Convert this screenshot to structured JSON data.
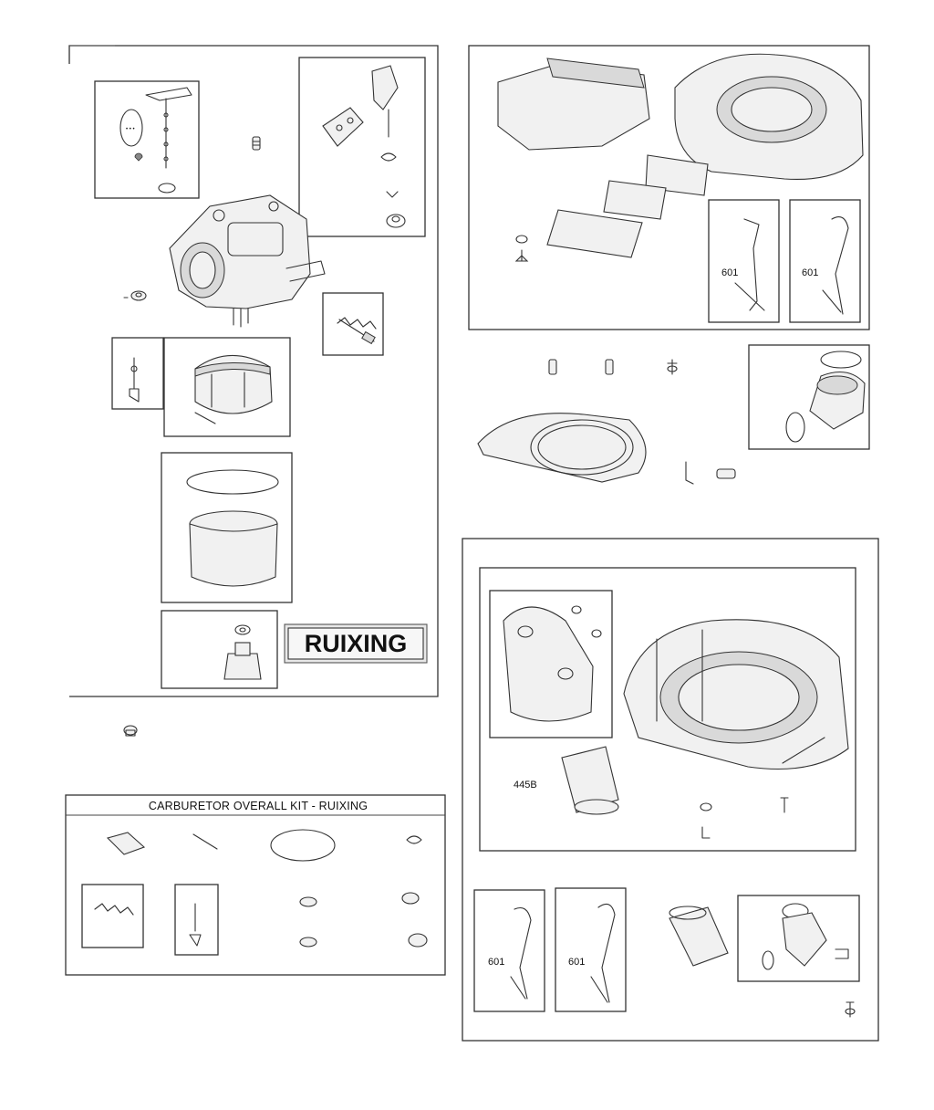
{
  "brand_label": "RUIXING",
  "kit": {
    "title": "CARBURETOR OVERALL KIT - RUIXING"
  },
  "part_labels": {
    "bracket_a": "601",
    "bracket_b": "601",
    "bracket_c": "601",
    "bracket_d": "601",
    "filter": "445B"
  }
}
